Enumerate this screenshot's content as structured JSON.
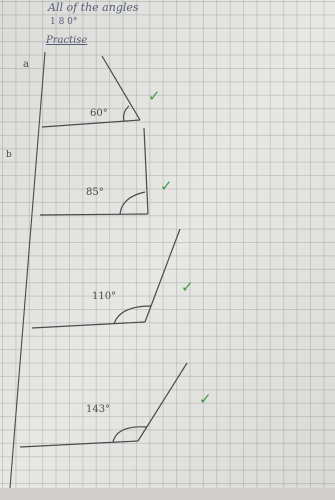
{
  "header": {
    "line1": "All of the angles",
    "line2": "1 8 0°",
    "heading": "Practise"
  },
  "margin_labels": [
    "a",
    "b"
  ],
  "angles": [
    {
      "label": "60°",
      "mark": "✓"
    },
    {
      "label": "85°",
      "mark": "✓"
    },
    {
      "label": "110°",
      "mark": "✓"
    },
    {
      "label": "143°",
      "mark": "✓"
    }
  ],
  "colors": {
    "pencil": "#4a4a4f",
    "pen": "#4e567a",
    "tick": "#3f9c4c",
    "paper": "#e7e7e3"
  }
}
